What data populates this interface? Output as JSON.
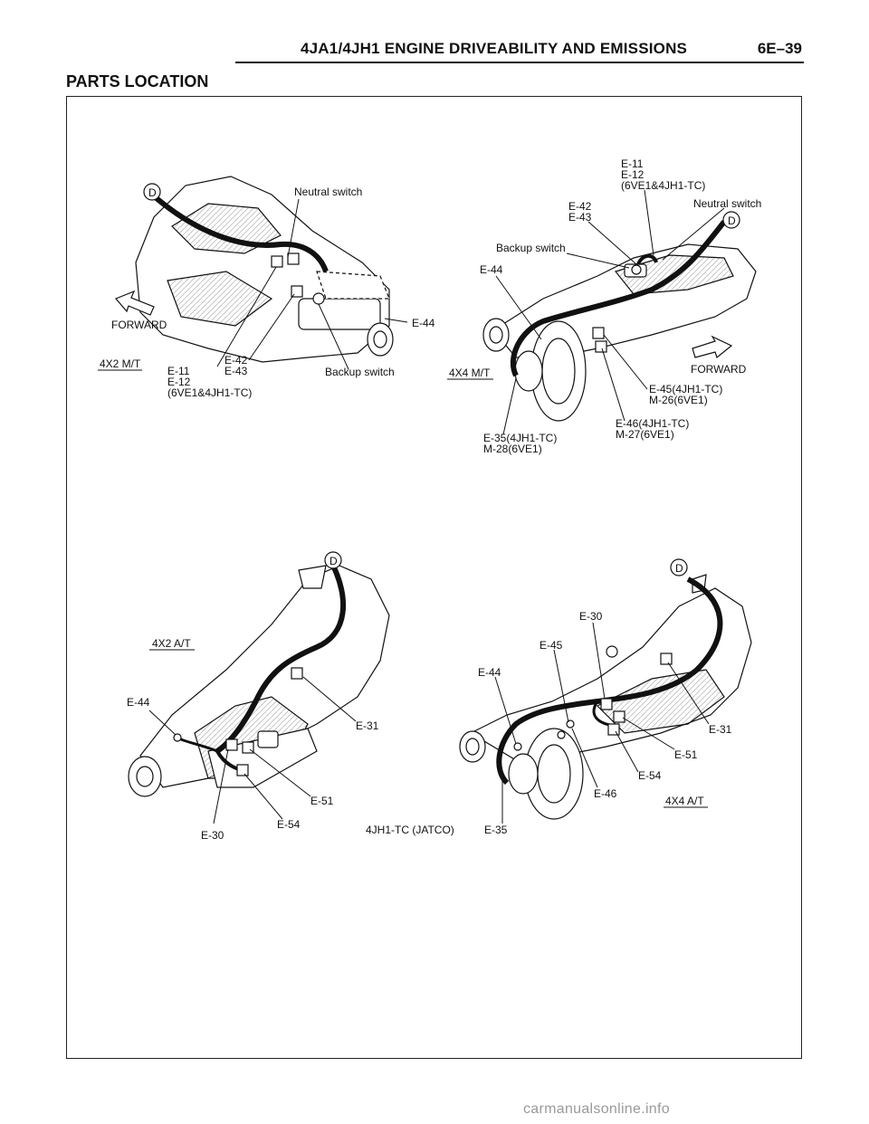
{
  "header": {
    "title": "4JA1/4JH1 ENGINE DRIVEABILITY AND EMISSIONS",
    "page": "6E–39"
  },
  "section_title": "PARTS LOCATION",
  "diagram_4x2_mt": {
    "caption": "4X2 M/T",
    "forward": "FORWARD",
    "harness_marker": "D",
    "labels": {
      "neutral_switch": "Neutral switch",
      "e44": "E-44",
      "backup_switch": "Backup switch",
      "e42": "E-42",
      "e43": "E-43",
      "e11": "E-11",
      "e12": "E-12",
      "variant": "(6VE1&4JH1-TC)"
    }
  },
  "diagram_4x4_mt": {
    "caption": "4X4 M/T",
    "forward": "FORWARD",
    "harness_marker": "D",
    "labels": {
      "e11": "E-11",
      "e12": "E-12",
      "variant": "(6VE1&4JH1-TC)",
      "e42": "E-42",
      "e43": "E-43",
      "neutral_switch": "Neutral switch",
      "backup_switch": "Backup switch",
      "e44": "E-44",
      "e45": "E-45(4JH1-TC)",
      "m26": "M-26(6VE1)",
      "e46": "E-46(4JH1-TC)",
      "m27": "M-27(6VE1)",
      "e35": "E-35(4JH1-TC)",
      "m28": "M-28(6VE1)"
    }
  },
  "diagram_4x2_at": {
    "caption": "4X2 A/T",
    "harness_marker": "D",
    "labels": {
      "e44": "E-44",
      "e31": "E-31",
      "e51": "E-51",
      "e54": "E-54",
      "e30": "E-30"
    }
  },
  "diagram_4x4_at": {
    "caption": "4X4 A/T",
    "harness_marker": "D",
    "labels": {
      "e30": "E-30",
      "e45": "E-45",
      "e44": "E-44",
      "e31": "E-31",
      "e51": "E-51",
      "e54": "E-54",
      "e46": "E-46",
      "e35": "E-35"
    }
  },
  "at_note": "4JH1-TC (JATCO)",
  "watermark": "carmanualsonline.info"
}
